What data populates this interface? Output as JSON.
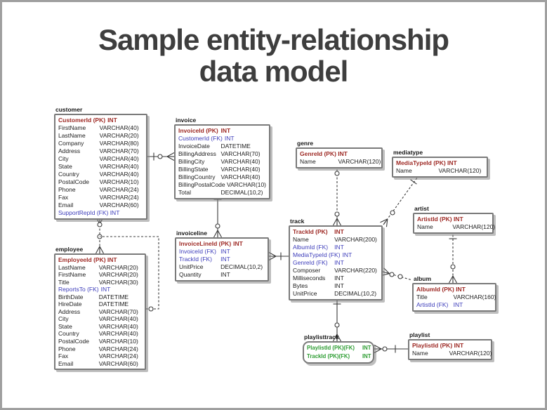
{
  "slide": {
    "title_line1": "Sample entity-relationship",
    "title_line2": "data model"
  },
  "colors": {
    "primary_key": "#9e2a25",
    "foreign_key": "#3c3cba",
    "junction_key": "#2e9d33",
    "text": "#1d1d1d",
    "table_border": "#7a7a7a",
    "relationship_line": "#3a3a3a",
    "title": "#3e3e3e",
    "frame": "#9f9f9f"
  },
  "tables": [
    {
      "id": "customer",
      "name": "customer",
      "rows": [
        {
          "label": "CustomerId (PK)",
          "type": "INT",
          "key": "pk"
        },
        {
          "label": "FirstName",
          "type": "VARCHAR(40)",
          "key": "n"
        },
        {
          "label": "LastName",
          "type": "VARCHAR(20)",
          "key": "n"
        },
        {
          "label": "Company",
          "type": "VARCHAR(80)",
          "key": "n"
        },
        {
          "label": "Address",
          "type": "VARCHAR(70)",
          "key": "n"
        },
        {
          "label": "City",
          "type": "VARCHAR(40)",
          "key": "n"
        },
        {
          "label": "State",
          "type": "VARCHAR(40)",
          "key": "n"
        },
        {
          "label": "Country",
          "type": "VARCHAR(40)",
          "key": "n"
        },
        {
          "label": "PostalCode",
          "type": "VARCHAR(10)",
          "key": "n"
        },
        {
          "label": "Phone",
          "type": "VARCHAR(24)",
          "key": "n"
        },
        {
          "label": "Fax",
          "type": "VARCHAR(24)",
          "key": "n"
        },
        {
          "label": "Email",
          "type": "VARCHAR(60)",
          "key": "n"
        },
        {
          "label": "SupportRepId (FK) INT",
          "type": "",
          "key": "fk"
        }
      ]
    },
    {
      "id": "invoice",
      "name": "invoice",
      "rows": [
        {
          "label": "InvoiceId (PK)",
          "type": "INT",
          "key": "pk"
        },
        {
          "label": "CustomerId (FK)",
          "type": "INT",
          "key": "fk"
        },
        {
          "label": "InvoiceDate",
          "type": "DATETIME",
          "key": "n"
        },
        {
          "label": "BillingAddress",
          "type": "VARCHAR(70)",
          "key": "n"
        },
        {
          "label": "BillingCity",
          "type": "VARCHAR(40)",
          "key": "n"
        },
        {
          "label": "BillingState",
          "type": "VARCHAR(40)",
          "key": "n"
        },
        {
          "label": "BillingCountry",
          "type": "VARCHAR(40)",
          "key": "n"
        },
        {
          "label": "BillingPostalCode",
          "type": "VARCHAR(10)",
          "key": "n"
        },
        {
          "label": "Total",
          "type": "DECIMAL(10,2)",
          "key": "n"
        }
      ]
    },
    {
      "id": "invoiceline",
      "name": "invoiceline",
      "rows": [
        {
          "label": "InvoiceLineId (PK)",
          "type": "INT",
          "key": "pk"
        },
        {
          "label": "InvoiceId (FK)",
          "type": "INT",
          "key": "fk"
        },
        {
          "label": "TrackId (FK)",
          "type": "INT",
          "key": "fk"
        },
        {
          "label": "UnitPrice",
          "type": "DECIMAL(10,2)",
          "key": "n"
        },
        {
          "label": "Quantity",
          "type": "INT",
          "key": "n"
        }
      ]
    },
    {
      "id": "genre",
      "name": "genre",
      "rows": [
        {
          "label": "GenreId (PK) INT",
          "type": "",
          "key": "pk"
        },
        {
          "label": "Name",
          "type": "VARCHAR(120)",
          "key": "n"
        }
      ]
    },
    {
      "id": "mediatype",
      "name": "mediatype",
      "rows": [
        {
          "label": "MediaTypeId (PK) INT",
          "type": "",
          "key": "pk"
        },
        {
          "label": "Name",
          "type": "VARCHAR(120)",
          "key": "n"
        }
      ]
    },
    {
      "id": "artist",
      "name": "artist",
      "rows": [
        {
          "label": "ArtistId (PK) INT",
          "type": "",
          "key": "pk"
        },
        {
          "label": "Name",
          "type": "VARCHAR(120)",
          "key": "n"
        }
      ]
    },
    {
      "id": "track",
      "name": "track",
      "rows": [
        {
          "label": "TrackId (PK)",
          "type": "INT",
          "key": "pk"
        },
        {
          "label": "Name",
          "type": "VARCHAR(200)",
          "key": "n"
        },
        {
          "label": "AlbumId (FK)",
          "type": "INT",
          "key": "fk"
        },
        {
          "label": "MediaTypeId (FK)",
          "type": "INT",
          "key": "fk"
        },
        {
          "label": "GenreId (FK)",
          "type": "INT",
          "key": "fk"
        },
        {
          "label": "Composer",
          "type": "VARCHAR(220)",
          "key": "n"
        },
        {
          "label": "Milliseconds",
          "type": "INT",
          "key": "n"
        },
        {
          "label": "Bytes",
          "type": "INT",
          "key": "n"
        },
        {
          "label": "UnitPrice",
          "type": "DECIMAL(10,2)",
          "key": "n"
        }
      ]
    },
    {
      "id": "album",
      "name": "album",
      "rows": [
        {
          "label": "AlbumId (PK) INT",
          "type": "",
          "key": "pk"
        },
        {
          "label": "Title",
          "type": "VARCHAR(160)",
          "key": "n"
        },
        {
          "label": "ArtistId (FK)",
          "type": "INT",
          "key": "fk"
        }
      ]
    },
    {
      "id": "playlisttrack",
      "name": "playlisttrack",
      "rows": [
        {
          "label": "PlaylistId (PK)(FK)",
          "type": "INT",
          "key": "g"
        },
        {
          "label": "TrackId (PK)(FK)",
          "type": "INT",
          "key": "g"
        }
      ]
    },
    {
      "id": "playlist",
      "name": "playlist",
      "rows": [
        {
          "label": "PlaylistId (PK) INT",
          "type": "",
          "key": "pk"
        },
        {
          "label": "Name",
          "type": "VARCHAR(120)",
          "key": "n"
        }
      ]
    },
    {
      "id": "employee",
      "name": "employee",
      "rows": [
        {
          "label": "EmployeeId (PK) INT",
          "type": "",
          "key": "pk"
        },
        {
          "label": "LastName",
          "type": "VARCHAR(20)",
          "key": "n"
        },
        {
          "label": "FirstName",
          "type": "VARCHAR(20)",
          "key": "n"
        },
        {
          "label": "Title",
          "type": "VARCHAR(30)",
          "key": "n"
        },
        {
          "label": "ReportsTo (FK)",
          "type": "INT",
          "key": "fk"
        },
        {
          "label": "BirthDate",
          "type": "DATETIME",
          "key": "n"
        },
        {
          "label": "HireDate",
          "type": "DATETIME",
          "key": "n"
        },
        {
          "label": "Address",
          "type": "VARCHAR(70)",
          "key": "n"
        },
        {
          "label": "City",
          "type": "VARCHAR(40)",
          "key": "n"
        },
        {
          "label": "State",
          "type": "VARCHAR(40)",
          "key": "n"
        },
        {
          "label": "Country",
          "type": "VARCHAR(40)",
          "key": "n"
        },
        {
          "label": "PostalCode",
          "type": "VARCHAR(10)",
          "key": "n"
        },
        {
          "label": "Phone",
          "type": "VARCHAR(24)",
          "key": "n"
        },
        {
          "label": "Fax",
          "type": "VARCHAR(24)",
          "key": "n"
        },
        {
          "label": "Email",
          "type": "VARCHAR(60)",
          "key": "n"
        }
      ]
    }
  ],
  "relationships": [
    {
      "id": "customer-invoice",
      "from": "customer",
      "to": "invoice",
      "style": "solid"
    },
    {
      "id": "invoice-invoiceline",
      "from": "invoice",
      "to": "invoiceline",
      "style": "solid"
    },
    {
      "id": "invoiceline-track",
      "from": "invoiceline",
      "to": "track",
      "style": "solid"
    },
    {
      "id": "genre-track",
      "from": "genre",
      "to": "track",
      "style": "dashed"
    },
    {
      "id": "mediatype-track",
      "from": "mediatype",
      "to": "track",
      "style": "dashed"
    },
    {
      "id": "artist-album",
      "from": "artist",
      "to": "album",
      "style": "dashed"
    },
    {
      "id": "album-track",
      "from": "album",
      "to": "track",
      "style": "dashed"
    },
    {
      "id": "track-playlisttrack",
      "from": "track",
      "to": "playlisttrack",
      "style": "solid"
    },
    {
      "id": "playlisttrack-playlist",
      "from": "playlisttrack",
      "to": "playlist",
      "style": "solid"
    },
    {
      "id": "employee-customer",
      "from": "employee",
      "to": "customer",
      "style": "dashed"
    },
    {
      "id": "employee-employee",
      "from": "employee",
      "to": "employee",
      "style": "dashed"
    }
  ]
}
